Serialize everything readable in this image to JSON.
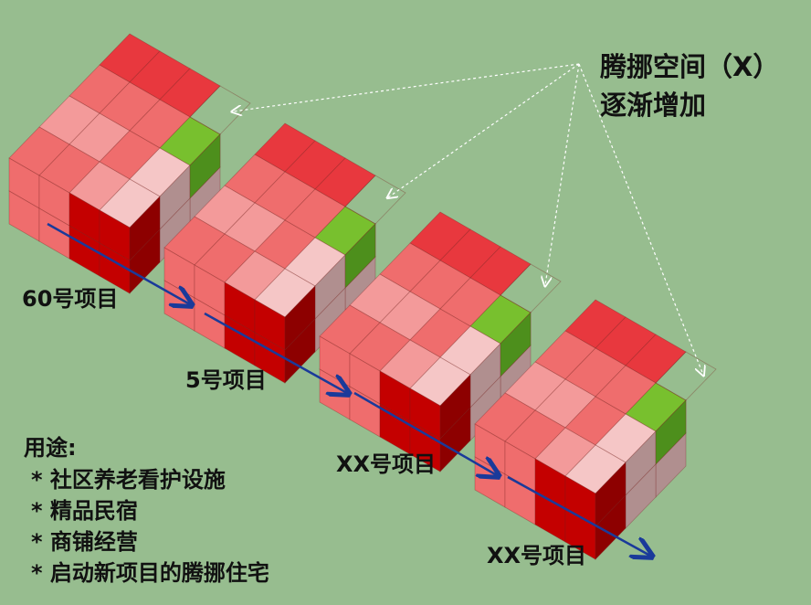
{
  "annotation": {
    "line1": "腾挪空间（X）",
    "line2": "逐渐增加"
  },
  "projects": [
    "60号项目",
    "5号项目",
    "XX号项目",
    "XX号项目"
  ],
  "uses": {
    "title": "用途:",
    "items": [
      "* 社区养老看护设施",
      "* 精品民宿",
      "* 商铺经营",
      "* 启动新项目的腾挪住宅"
    ]
  },
  "colors": {
    "background": "#97bd8f",
    "arrow": "#1a3a9a",
    "pointer": "#ffffff",
    "cell_red": "#e8383e",
    "cell_mid": "#ef6d6d",
    "cell_pink": "#f39a9a",
    "cell_pale": "#f5c6c6",
    "cell_dark": "#c40000",
    "cell_green": "#78c02e",
    "cell_green_side": "#4d8f1c"
  },
  "block_legend": {
    "R": "red",
    "M": "medium red",
    "P": "pink",
    "L": "pale pink",
    "G": "green (vacated space)",
    "D": "dark red"
  },
  "block_pattern": {
    "top": [
      "RRR.",
      "MMMG",
      "PPML",
      "MMPL"
    ],
    "front": [
      "MMDD",
      "MMDD"
    ]
  }
}
